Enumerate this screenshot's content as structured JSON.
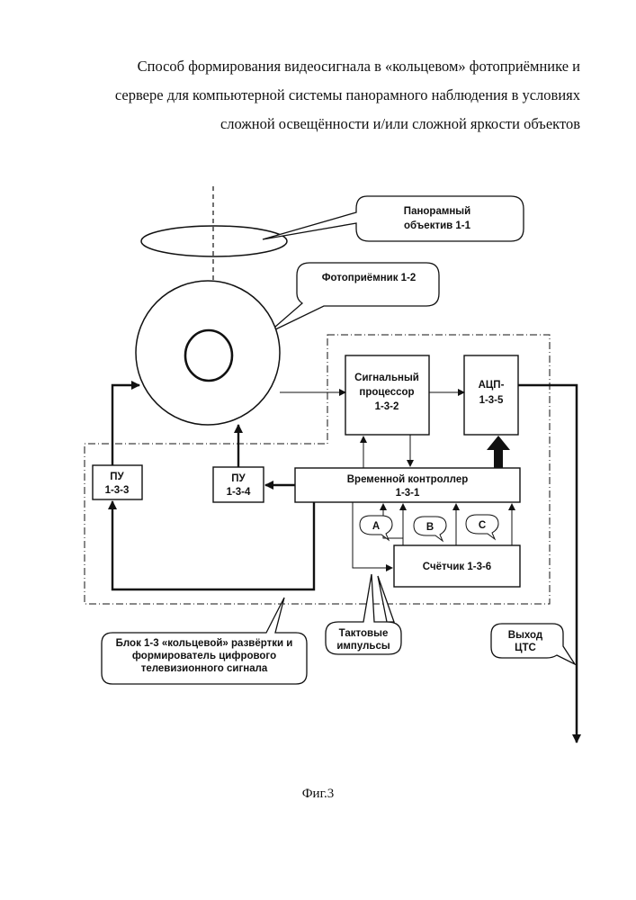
{
  "title_lines": [
    "Способ формирования видеосигнала в «кольцевом» фотоприёмнике и",
    "сервере для компьютерной  системы панорамного наблюдения в условиях",
    "сложной освещённости и/или сложной яркости объектов"
  ],
  "callouts": {
    "lens": [
      "Панорамный",
      "объектив 1-1"
    ],
    "photo": [
      "Фотоприёмник 1-2"
    ],
    "block": [
      "Блок 1-3 «кольцевой» развёртки и",
      "формирователь цифрового",
      "телевизионного сигнала"
    ],
    "clock": [
      "Тактовые",
      "импульсы"
    ],
    "output": [
      "Выход",
      "ЦТС"
    ]
  },
  "blocks": {
    "signal_proc": [
      "Сигнальный",
      "процессор",
      "1-3-2"
    ],
    "adc": [
      "АЦП-",
      "1-3-5"
    ],
    "timing": [
      "Временной контроллер",
      "1-3-1"
    ],
    "pu3": [
      "ПУ",
      "1-3-3"
    ],
    "pu4": [
      "ПУ",
      "1-3-4"
    ],
    "counter": [
      "Счётчик 1-3-6"
    ]
  },
  "signals": {
    "a": "А",
    "b": "В",
    "c": "С"
  },
  "caption": "Фиг.3"
}
